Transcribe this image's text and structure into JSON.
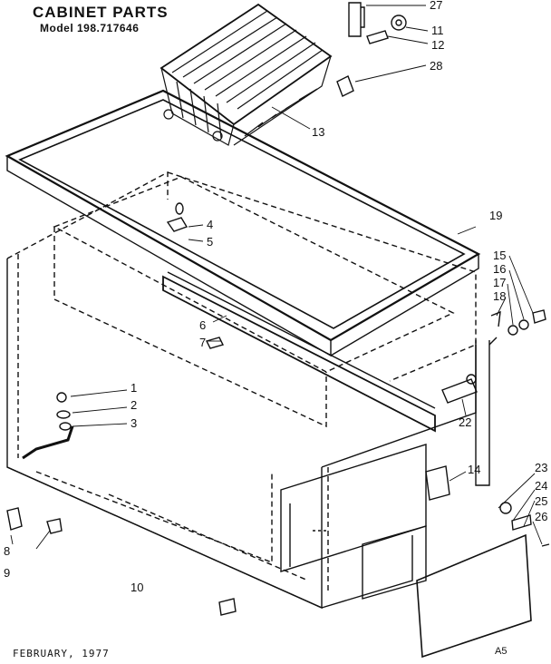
{
  "header": {
    "title": "CABINET PARTS",
    "model": "Model 198.717646"
  },
  "footer": {
    "date": "FEBRUARY, 1977",
    "code": "A5"
  },
  "callouts": [
    "1",
    "2",
    "3",
    "4",
    "5",
    "6",
    "7",
    "8",
    "9",
    "10",
    "11",
    "12",
    "13",
    "14",
    "15",
    "16",
    "17",
    "18",
    "19",
    "22",
    "23",
    "24",
    "25",
    "26",
    "27",
    "28"
  ],
  "colors": {
    "ink": "#111111",
    "paper": "#ffffff"
  }
}
